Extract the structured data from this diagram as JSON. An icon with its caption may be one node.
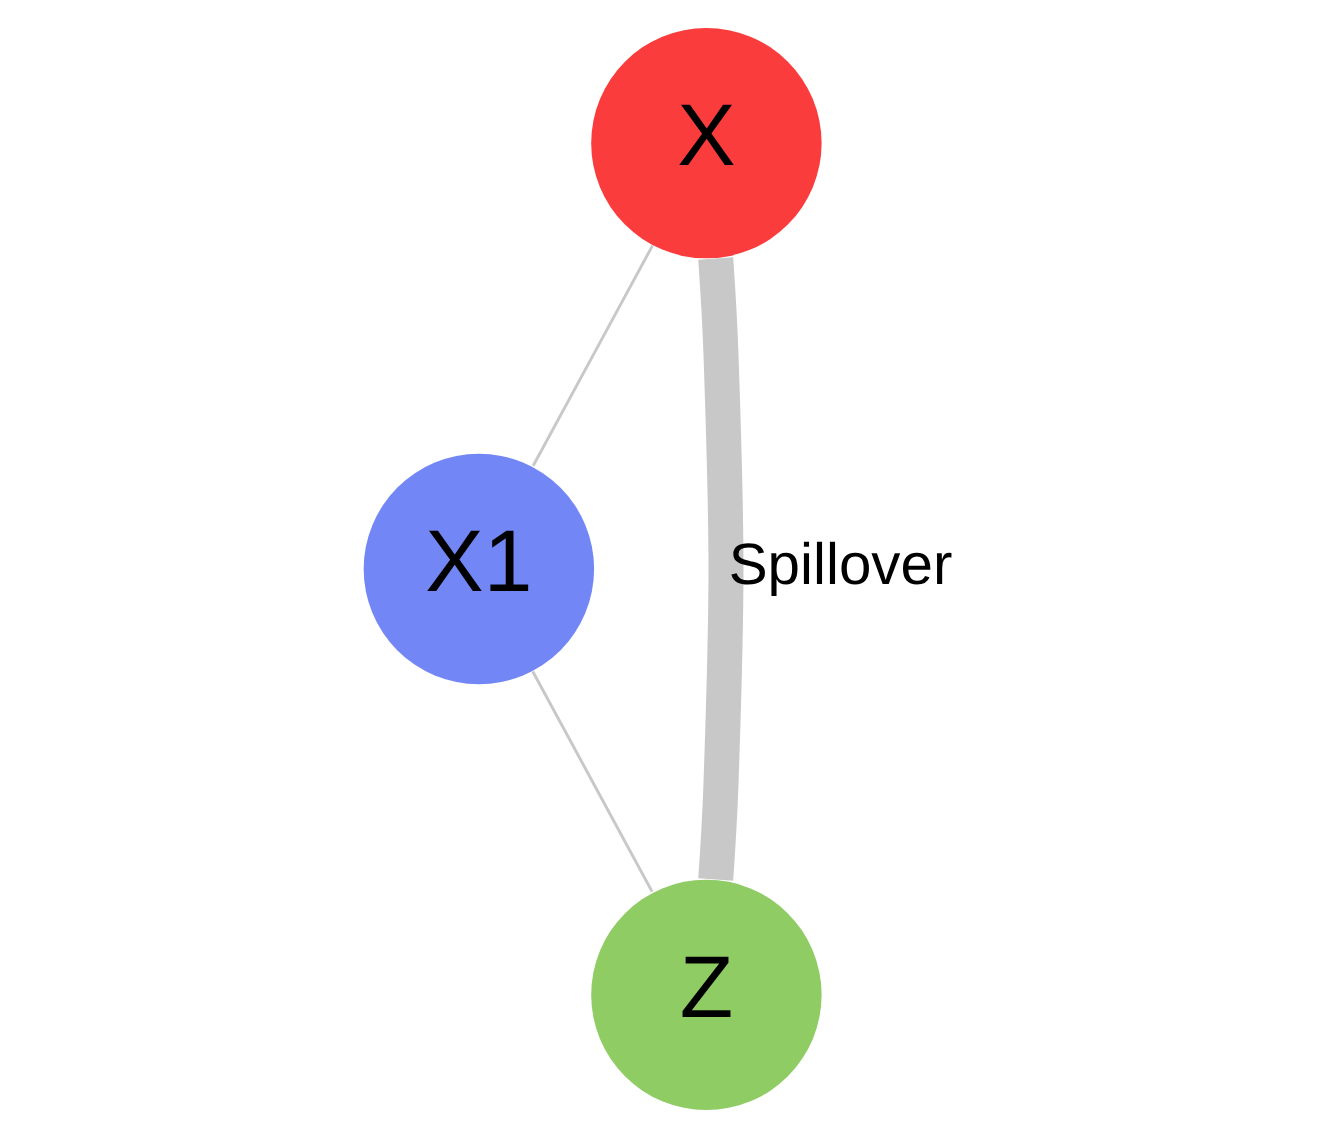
{
  "diagram": {
    "nodes": [
      {
        "text": [
          "X"
        ]
      },
      {
        "text": [
          "X1"
        ]
      },
      {
        "text": [
          "Z"
        ]
      }
    ],
    "edges": [
      {
        "from": 0,
        "to": 1,
        "arrow": "none"
      },
      {
        "from": 1,
        "to": 2,
        "arrow": "none"
      },
      {
        "from": 0,
        "to": 2,
        "arrow": "none",
        "style": "thick",
        "label": "Spillover"
      }
    ]
  }
}
